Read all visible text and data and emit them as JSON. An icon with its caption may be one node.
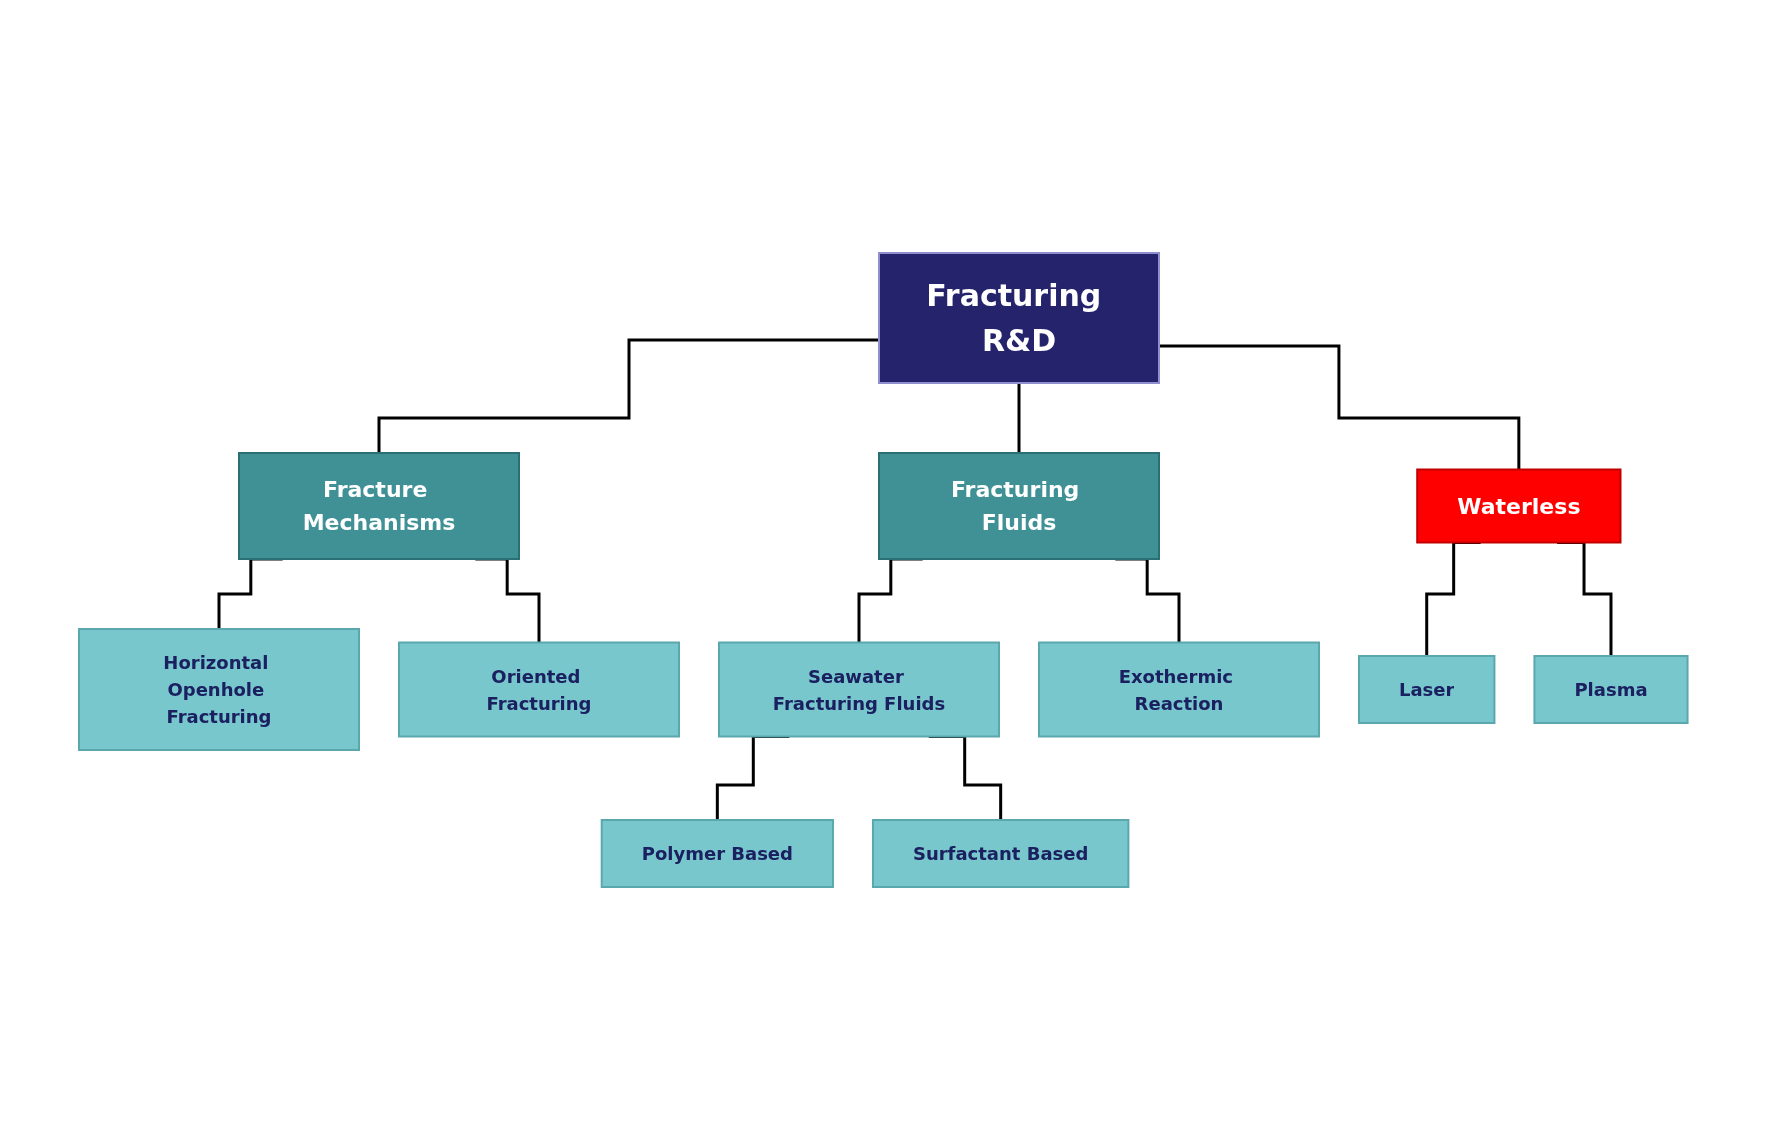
{
  "diagram": {
    "nodes": [
      {
        "text": [
          "Fracturing R&D"
        ]
      },
      {
        "text": [
          "Fracture Mechanisms"
        ]
      },
      {
        "text": [
          "Fracturing Fluids"
        ]
      },
      {
        "text": [
          "Waterless"
        ]
      },
      {
        "text": [
          "Horizontal Openhole Fracturing"
        ]
      },
      {
        "text": [
          "Oriented Fracturing"
        ]
      },
      {
        "text": [
          "Seawater Fracturing Fluids"
        ]
      },
      {
        "text": [
          "Exothermic Reaction"
        ]
      },
      {
        "text": [
          "Polymer Based"
        ]
      },
      {
        "text": [
          "Surfactant Based"
        ]
      },
      {
        "text": [
          "Laser"
        ]
      },
      {
        "text": [
          "Plasma"
        ]
      }
    ],
    "edges": [
      {
        "from": 0,
        "to": 1,
        "arrow": "none"
      },
      {
        "from": 0,
        "to": 2,
        "arrow": "none"
      },
      {
        "from": 0,
        "to": 3,
        "arrow": "none"
      },
      {
        "from": 1,
        "to": 4,
        "arrow": "none"
      },
      {
        "from": 1,
        "to": 5,
        "arrow": "none"
      },
      {
        "from": 2,
        "to": 6,
        "arrow": "none"
      },
      {
        "from": 2,
        "to": 7,
        "arrow": "none"
      },
      {
        "from": 6,
        "to": 8,
        "arrow": "none"
      },
      {
        "from": 6,
        "to": 9,
        "arrow": "none"
      },
      {
        "from": 3,
        "to": 10,
        "arrow": "none"
      },
      {
        "from": 3,
        "to": 11,
        "arrow": "none"
      }
    ]
  }
}
